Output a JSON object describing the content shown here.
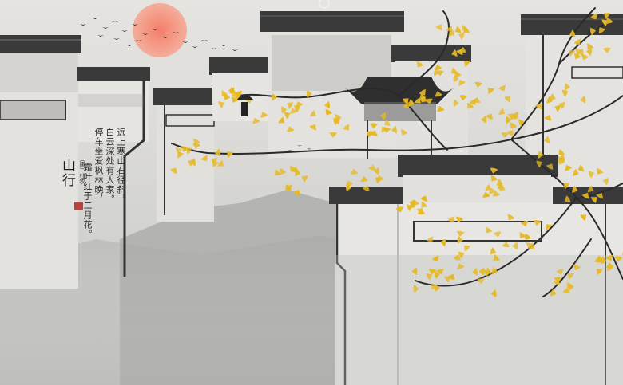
{
  "poem": {
    "title": "山行",
    "author": "（唐）杜牧",
    "lines": [
      "远上寒山石径斜，",
      "白云深处有人家。",
      "停车坐爱枫林晚，",
      "霜叶红于二月花。"
    ]
  },
  "colors": {
    "sun": "#ef6f5e",
    "ink": "#2e2e2e",
    "wall": "#e9e8e5",
    "ginkgo": "#e6b923",
    "seal": "#b8433a"
  }
}
